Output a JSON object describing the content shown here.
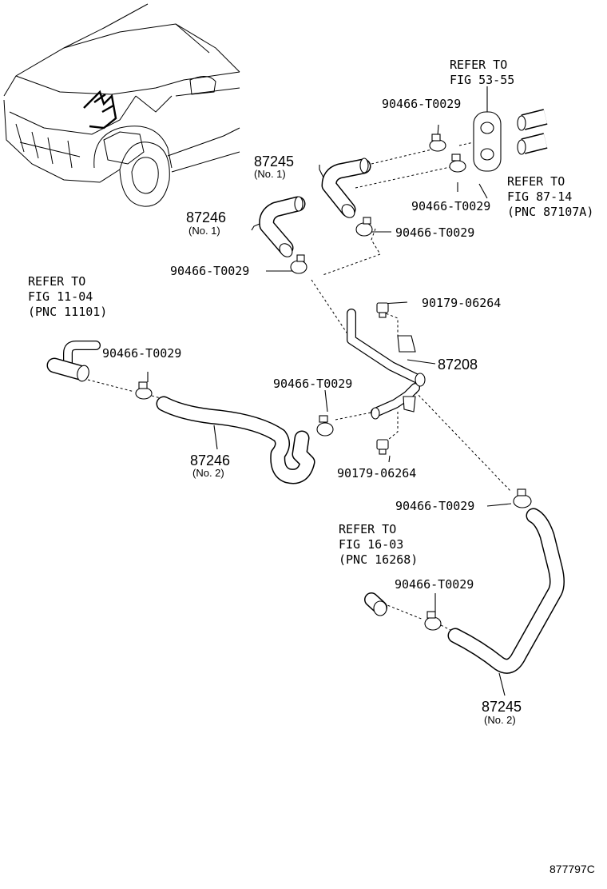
{
  "labels": {
    "refer_53": [
      "REFER TO",
      "FIG 53-55"
    ],
    "refer_87": [
      "REFER TO",
      "FIG 87-14",
      "(PNC 87107A)"
    ],
    "refer_11": [
      "REFER TO",
      "FIG 11-04",
      "(PNC 11101)"
    ],
    "refer_16": [
      "REFER TO",
      "FIG 16-03",
      "(PNC 16268)"
    ],
    "clamp": "90466-T0029",
    "bolt": "90179-06264",
    "hose_87245": "87245",
    "hose_87246": "87246",
    "pipe_87208": "87208",
    "no1": "(No. 1)",
    "no2": "(No. 2)",
    "diagram_code": "877797C"
  }
}
